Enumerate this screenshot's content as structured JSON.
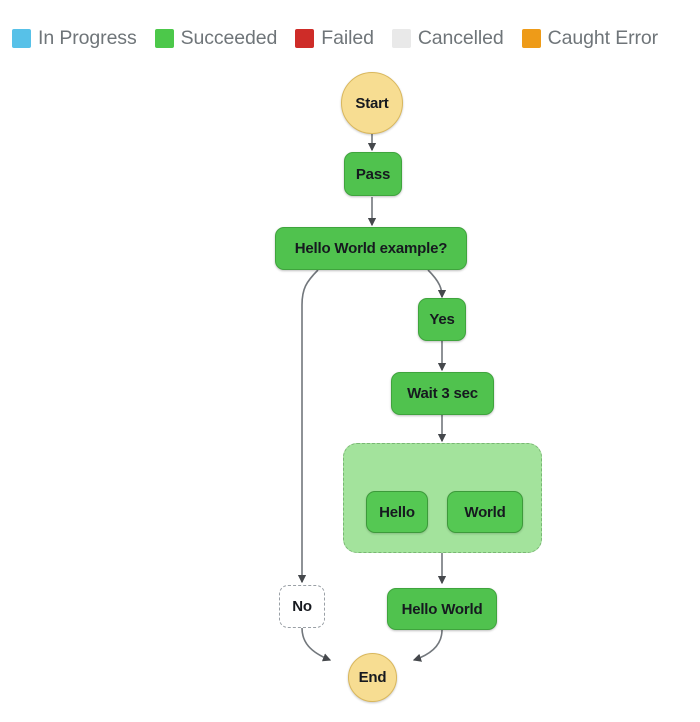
{
  "legend": {
    "items": [
      {
        "label": "In Progress",
        "color": "#57c1e8",
        "icon": "square-swatch-icon"
      },
      {
        "label": "Succeeded",
        "color": "#4cc84a",
        "icon": "square-swatch-icon"
      },
      {
        "label": "Failed",
        "color": "#ce2c28",
        "icon": "square-swatch-icon"
      },
      {
        "label": "Cancelled",
        "color": "#e9e9e9",
        "icon": "square-swatch-icon"
      },
      {
        "label": "Caught Error",
        "color": "#ee9b18",
        "icon": "square-swatch-icon"
      }
    ]
  },
  "graph": {
    "nodes": {
      "start": {
        "label": "Start",
        "status": "Caught Error"
      },
      "pass": {
        "label": "Pass",
        "status": "Succeeded"
      },
      "choice": {
        "label": "Hello World example?",
        "status": "Succeeded"
      },
      "yes": {
        "label": "Yes",
        "status": "Succeeded"
      },
      "wait": {
        "label": "Wait 3 sec",
        "status": "Succeeded"
      },
      "parallel": {
        "label": "",
        "status": "Succeeded"
      },
      "hello": {
        "label": "Hello",
        "status": "Succeeded"
      },
      "world": {
        "label": "World",
        "status": "Succeeded"
      },
      "no": {
        "label": "No",
        "status": "Cancelled"
      },
      "hello_world": {
        "label": "Hello World",
        "status": "Succeeded"
      },
      "end": {
        "label": "End",
        "status": "Caught Error"
      }
    }
  }
}
